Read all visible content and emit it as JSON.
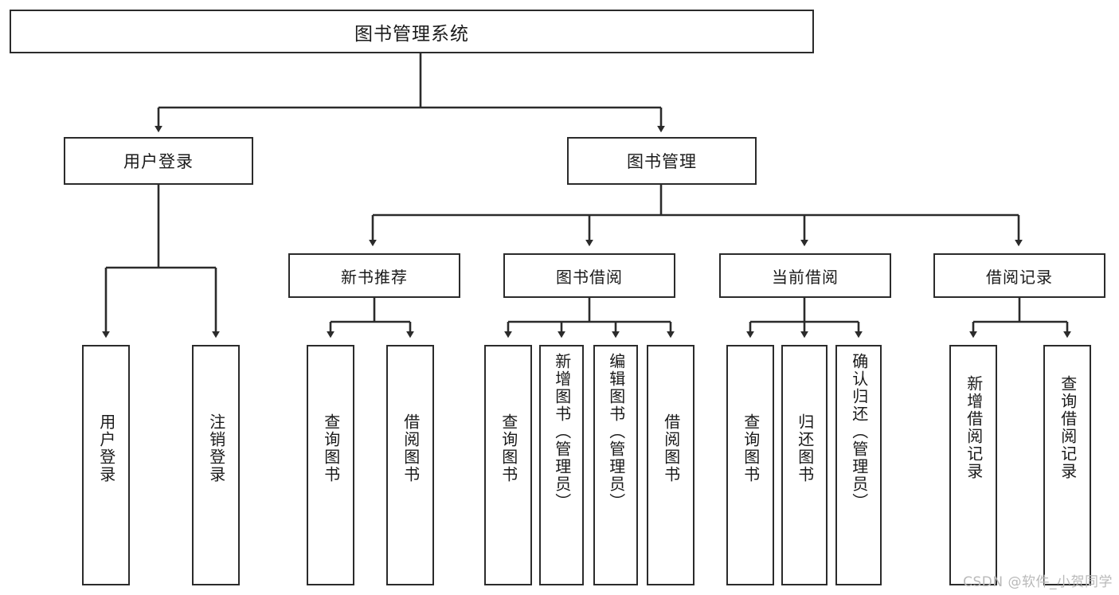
{
  "diagram": {
    "type": "tree",
    "title": "图书管理系统",
    "watermark": "CSDN @软件_小贺同学",
    "colors": {
      "line": "#2b2b2b",
      "box_border": "#2b2b2b",
      "box_fill": "#ffffff",
      "text": "#1a1a1a",
      "watermark": "#b9b9b9"
    }
  },
  "root": {
    "label": "图书管理系统"
  },
  "level1": [
    {
      "label": "用户登录"
    },
    {
      "label": "图书管理"
    }
  ],
  "level2": [
    {
      "label": "新书推荐"
    },
    {
      "label": "图书借阅"
    },
    {
      "label": "当前借阅"
    },
    {
      "label": "借阅记录"
    }
  ],
  "leaves": {
    "user_login": [
      {
        "label": "用户登录"
      },
      {
        "label": "注销登录"
      }
    ],
    "new_book": [
      {
        "label": "查询图书"
      },
      {
        "label": "借阅图书"
      }
    ],
    "book_borrow": [
      {
        "label": "查询图书"
      },
      {
        "label": "新增图书（管理员）"
      },
      {
        "label": "编辑图书（管理员）"
      },
      {
        "label": "借阅图书"
      }
    ],
    "current_borrow": [
      {
        "label": "查询图书"
      },
      {
        "label": "归还图书"
      },
      {
        "label": "确认归还（管理员）"
      }
    ],
    "borrow_record": [
      {
        "label": "新增借阅记录"
      },
      {
        "label": "查询借阅记录"
      }
    ]
  }
}
